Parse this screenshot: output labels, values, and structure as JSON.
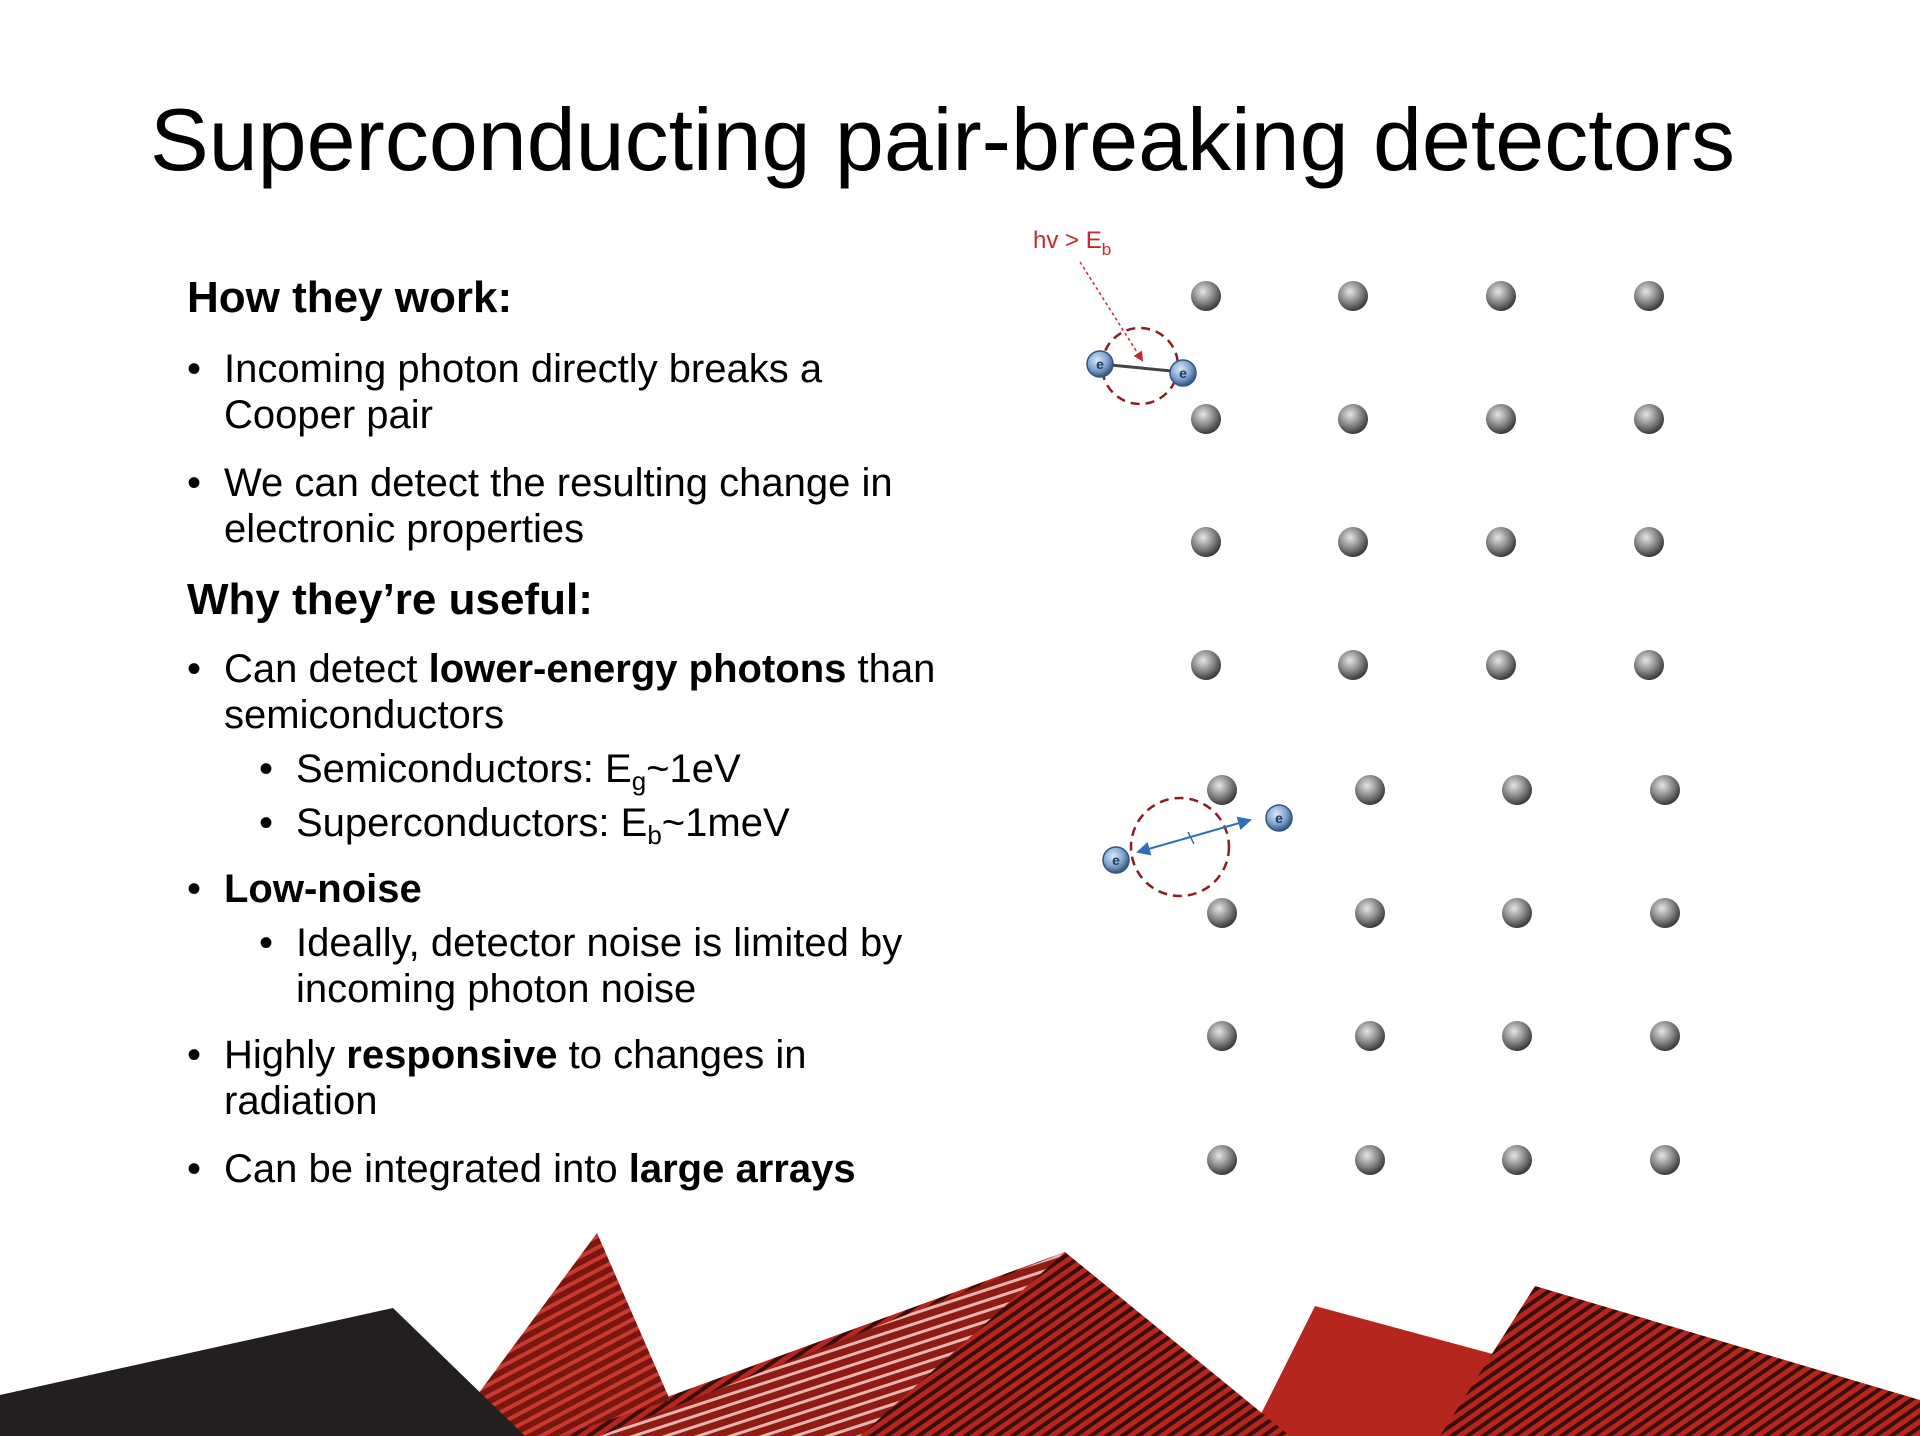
{
  "slide": {
    "title": "Superconducting pair-breaking detectors",
    "how_heading": "How they work:",
    "how_bullets": [
      "Incoming photon directly breaks a Cooper pair",
      "We can detect the resulting change in electronic properties"
    ],
    "why_heading": "Why they’re useful:",
    "lower_energy": {
      "pre": "Can detect ",
      "bold": "lower-energy photons",
      "post": " than semiconductors"
    },
    "semiconductors": {
      "pre": "Semiconductors: E",
      "sub": "g",
      "post": "~1eV"
    },
    "superconductors": {
      "pre": "Superconductors: E",
      "sub": "b",
      "post": "~1meV"
    },
    "low_noise": "Low-noise",
    "low_noise_detail": "Ideally, detector noise is limited by incoming photon noise",
    "responsive": {
      "pre": "Highly ",
      "bold": "responsive",
      "post": " to changes in radiation"
    },
    "arrays": {
      "pre": "Can be integrated into ",
      "bold": "large arrays"
    }
  },
  "diagram": {
    "photon_label_main": "hv > E",
    "photon_label_sub": "b",
    "electron_symbol": "e",
    "colors": {
      "photon": "#c8282d",
      "pair_circle": "#8b1e23",
      "electron": "#5a7fb0",
      "split_arrow": "#2f6fb8",
      "lattice": "#6e6e6e"
    }
  },
  "footer": {
    "colors": {
      "dark": "#231f20",
      "red": "#b5261e",
      "deep_red": "#7a1510"
    }
  }
}
